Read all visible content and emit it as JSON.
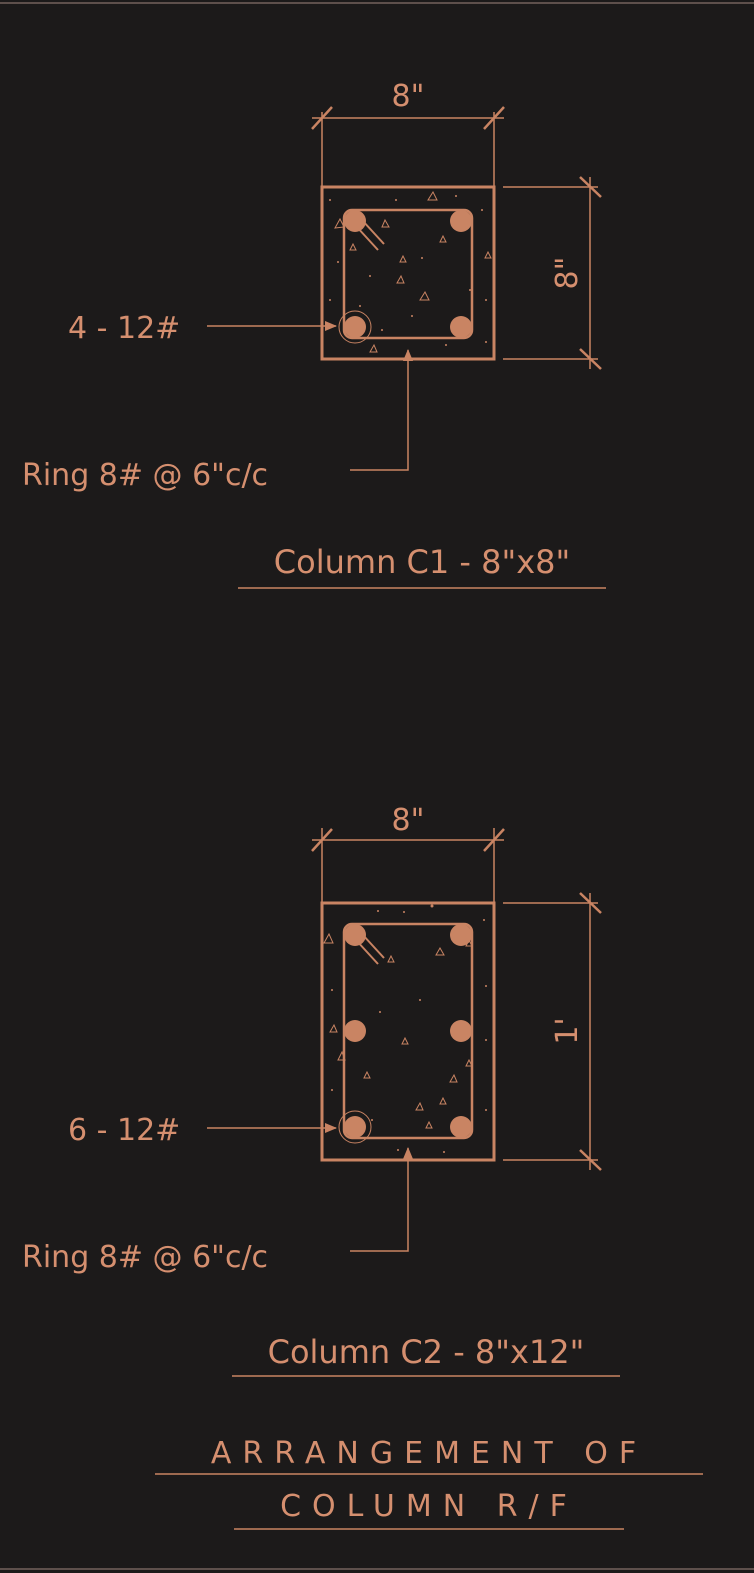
{
  "colors": {
    "background": "#1c1a1a",
    "linework": "#c98463",
    "text": "#d58f6f",
    "frame": "#5e504c"
  },
  "columns": [
    {
      "id": "c1",
      "width_label": "8\"",
      "depth_label": "8\"",
      "bar_count": 4,
      "bars_label": "4 - 12#",
      "ring_label": "Ring 8# @ 6\"c/c",
      "title": "Column C1 - 8\"x8\""
    },
    {
      "id": "c2",
      "width_label": "8\"",
      "depth_label": "1'",
      "bar_count": 6,
      "bars_label": "6 - 12#",
      "ring_label": "Ring 8# @ 6\"c/c",
      "title": "Column C2 - 8\"x12\""
    }
  ],
  "sheet_title": {
    "line1": "ARRANGEMENT OF",
    "line2": "COLUMN R/F"
  }
}
